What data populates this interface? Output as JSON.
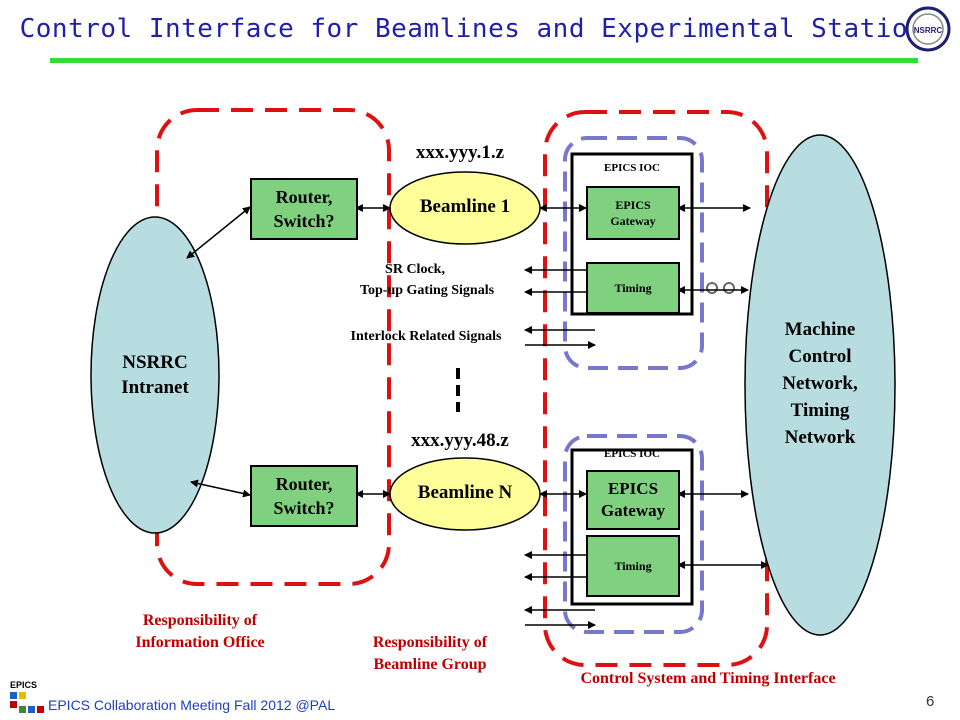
{
  "title": "Control Interface for Beamlines and Experimental Stations",
  "logo_text": "NSRRC",
  "nodes": {
    "intranet": {
      "line1": "NSRRC",
      "line2": "Intranet"
    },
    "router1": {
      "line1": "Router,",
      "line2": "Switch?"
    },
    "router2": {
      "line1": "Router,",
      "line2": "Switch?"
    },
    "beamline1": "Beamline 1",
    "beamlineN": "Beamline N",
    "ip1": "xxx.yyy.1.z",
    "ip48": "xxx.yyy.48.z",
    "ioc1": {
      "title": "EPICS IOC",
      "gateway_line1": "EPICS",
      "gateway_line2": "Gateway",
      "timing": "Timing"
    },
    "ioc2": {
      "title": "EPICS IOC",
      "gateway_line1": "EPICS",
      "gateway_line2": "Gateway",
      "timing": "Timing"
    },
    "machine": {
      "line1": "Machine",
      "line2": "Control",
      "line3": "Network,",
      "line4": "Timing",
      "line5": "Network"
    }
  },
  "signals": {
    "sr_clock": "SR Clock,",
    "topup": "Top-up Gating Signals",
    "interlock": "Interlock Related Signals"
  },
  "responsibilities": {
    "info_office_line1": "Responsibility of",
    "info_office_line2": "Information Office",
    "beamline_group_line1": "Responsibility of",
    "beamline_group_line2": "Beamline Group",
    "control_system": "Control System and Timing Interface"
  },
  "footer": {
    "logo": "EPICS",
    "text": "EPICS Collaboration Meeting Fall 2012 @PAL",
    "page": "6"
  },
  "colors": {
    "title": "#1f1fa8",
    "title_rule": "#33dd33",
    "red_dash": "#dd1111",
    "blue_dash": "#7777cc",
    "box_green": "#7fd17f",
    "beamline_yellow": "#ffff99",
    "network_teal": "#b8dde0"
  }
}
